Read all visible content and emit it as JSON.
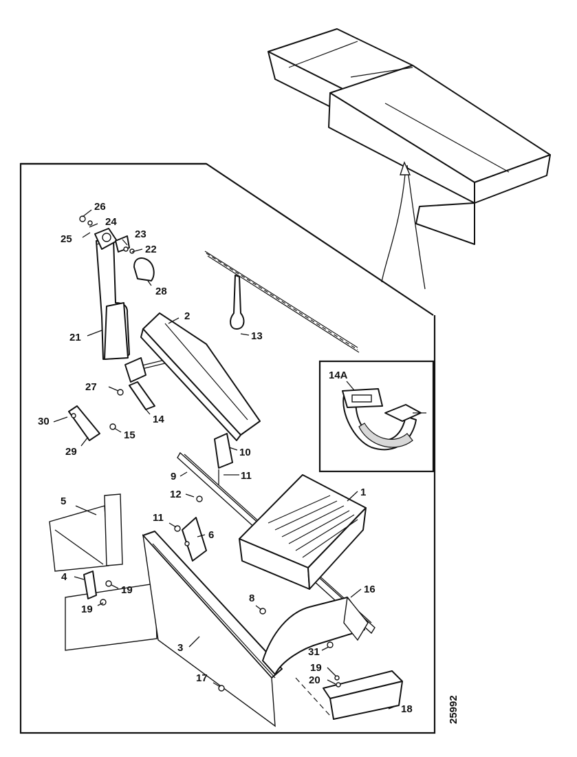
{
  "diagram": {
    "labels": {
      "l1": "1",
      "l2": "2",
      "l3": "3",
      "l4": "4",
      "l5": "5",
      "l6": "6",
      "l8": "8",
      "l9": "9",
      "l10": "10",
      "l11a": "11",
      "l11b": "11",
      "l12": "12",
      "l13": "13",
      "l14": "14",
      "l14a": "14A",
      "l15": "15",
      "l16": "16",
      "l17": "17",
      "l18": "18",
      "l19a": "19",
      "l19b": "19",
      "l19c": "19",
      "l20": "20",
      "l21": "21",
      "l22": "22",
      "l23": "23",
      "l24": "24",
      "l25": "25",
      "l26": "26",
      "l27": "27",
      "l28": "28",
      "l29": "29",
      "l30": "30",
      "l31": "31"
    },
    "figure_code": "25992"
  }
}
